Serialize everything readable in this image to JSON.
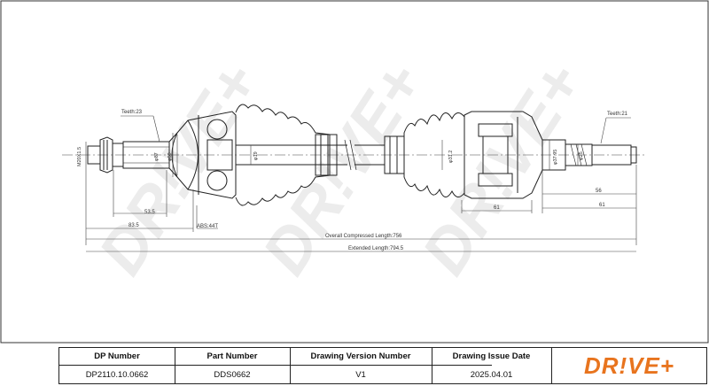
{
  "watermark": "DR!VE+",
  "labels": {
    "teeth_left": "Teeth:23",
    "teeth_right": "Teeth:21",
    "thread": "M20X1.5",
    "dia_87": "φ87",
    "dia_59": "φ59",
    "dia_19": "φ19",
    "dia_31": "φ31.2",
    "dia_3795": "φ37.95",
    "dia_25": "φ25",
    "dim_535": "53.5",
    "dim_835": "83.5",
    "abs": "ABS:44T",
    "dim_61_a": "61",
    "dim_56": "56",
    "dim_61_b": "61",
    "overall": "Overall  Compressed  Length:756",
    "extended": "Extended  Length:794.5"
  },
  "title_block": {
    "headers": [
      "DP Number",
      "Part Number",
      "Drawing Version Number",
      "Drawing Issue Date"
    ],
    "values": [
      "DP2110.10.0662",
      "DDS0662",
      "V1",
      "2025.04.01"
    ],
    "logo": "DR!VE+"
  },
  "colors": {
    "logo": "#e8741e",
    "watermark": "#ececec",
    "line": "#222222"
  }
}
